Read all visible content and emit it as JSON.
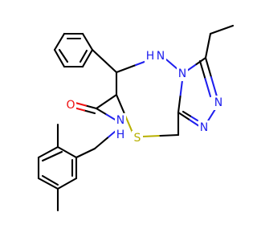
{
  "atoms": {
    "n_amide": "N",
    "h_amide": "H",
    "o_carbonyl": "O",
    "s_ring": "S",
    "n_ring_nh": "N",
    "h_ring_nh": "H",
    "n_ring_bridge": "N",
    "n_triazole_upper": "N",
    "n_triazole_lower": "N"
  },
  "colors": {
    "carbon_bond": "#000000",
    "nitrogen": "#2020ee",
    "oxygen": "#ee1010",
    "sulfur": "#b8b000",
    "background": "#ffffff"
  }
}
